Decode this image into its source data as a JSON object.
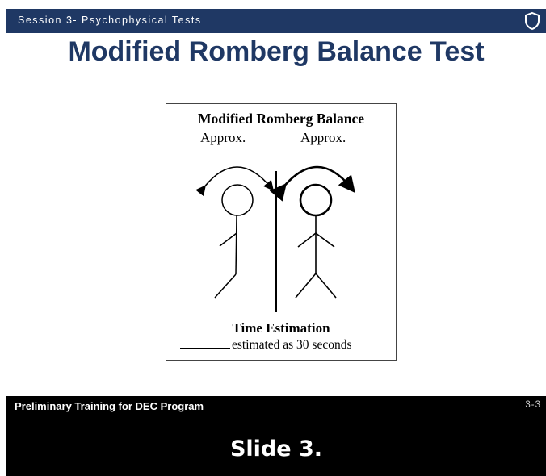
{
  "header": {
    "session": "Session 3- Psychophysical Tests",
    "shield_icon": "shield-icon"
  },
  "slide": {
    "title": "Modified Romberg Balance Test"
  },
  "figure": {
    "title": "Modified Romberg Balance",
    "approx_left": "Approx.",
    "approx_right": "Approx.",
    "time_title": "Time Estimation",
    "time_text": "estimated as 30 seconds"
  },
  "footer": {
    "program": "Preliminary Training for DEC Program",
    "page": "3-3"
  },
  "caption": "Slide 3.",
  "colors": {
    "header_bg": "#1f3864",
    "title": "#1f3864",
    "footer_bg": "#000000"
  }
}
